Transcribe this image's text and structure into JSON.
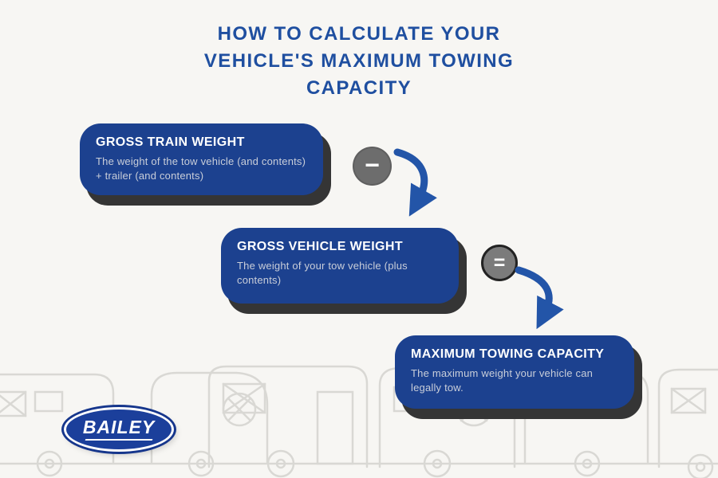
{
  "title": "HOW TO CALCULATE YOUR VEHICLE'S MAXIMUM TOWING CAPACITY",
  "cards": [
    {
      "heading": "GROSS TRAIN WEIGHT",
      "body": "The weight of the tow vehicle (and contents) + trailer (and contents)"
    },
    {
      "heading": "GROSS VEHICLE WEIGHT",
      "body": "The weight of your tow vehicle (plus contents)"
    },
    {
      "heading": "MAXIMUM TOWING CAPACITY",
      "body": "The maximum weight your vehicle can legally tow."
    }
  ],
  "operators": [
    {
      "name": "minus",
      "symbol": "−"
    },
    {
      "name": "equals",
      "symbol": "="
    }
  ],
  "logo": {
    "text": "BAILEY"
  },
  "colors": {
    "background": "#f7f6f3",
    "title_text": "#1f4fa0",
    "card_background": "#1c418f",
    "card_heading_text": "#ffffff",
    "card_body_text": "#c9ced9",
    "card_shadow": "#353535",
    "operator_background": "#6d6d6d",
    "arrow": "#2355a8",
    "line_art": "#d9d8d4",
    "logo_background": "#1b3f9b"
  }
}
